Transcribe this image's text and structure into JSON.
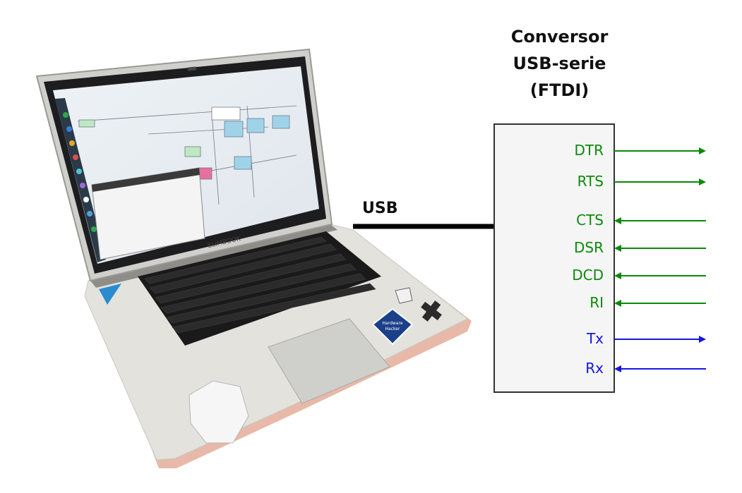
{
  "title": {
    "line1": "Conversor",
    "line2": "USB-serie",
    "line3": "(FTDI)"
  },
  "cable_label": "USB",
  "laptop": {
    "brand": "SLIMBOOK"
  },
  "sticker": {
    "line1": "Hardware",
    "line2": "Hacker"
  },
  "pins": [
    {
      "label": "DTR",
      "direction": "out",
      "color": "#0a8a0a"
    },
    {
      "label": "RTS",
      "direction": "out",
      "color": "#0a8a0a"
    },
    {
      "label": "CTS",
      "direction": "in",
      "color": "#0a8a0a"
    },
    {
      "label": "DSR",
      "direction": "in",
      "color": "#0a8a0a"
    },
    {
      "label": "DCD",
      "direction": "in",
      "color": "#0a8a0a"
    },
    {
      "label": "RI",
      "direction": "in",
      "color": "#0a8a0a"
    },
    {
      "label": "Tx",
      "direction": "out",
      "color": "#1515e0"
    },
    {
      "label": "Rx",
      "direction": "in",
      "color": "#1515e0"
    }
  ],
  "colors": {
    "box_fill": "#f5f5f5",
    "box_stroke": "#333333",
    "cable": "#000000"
  }
}
